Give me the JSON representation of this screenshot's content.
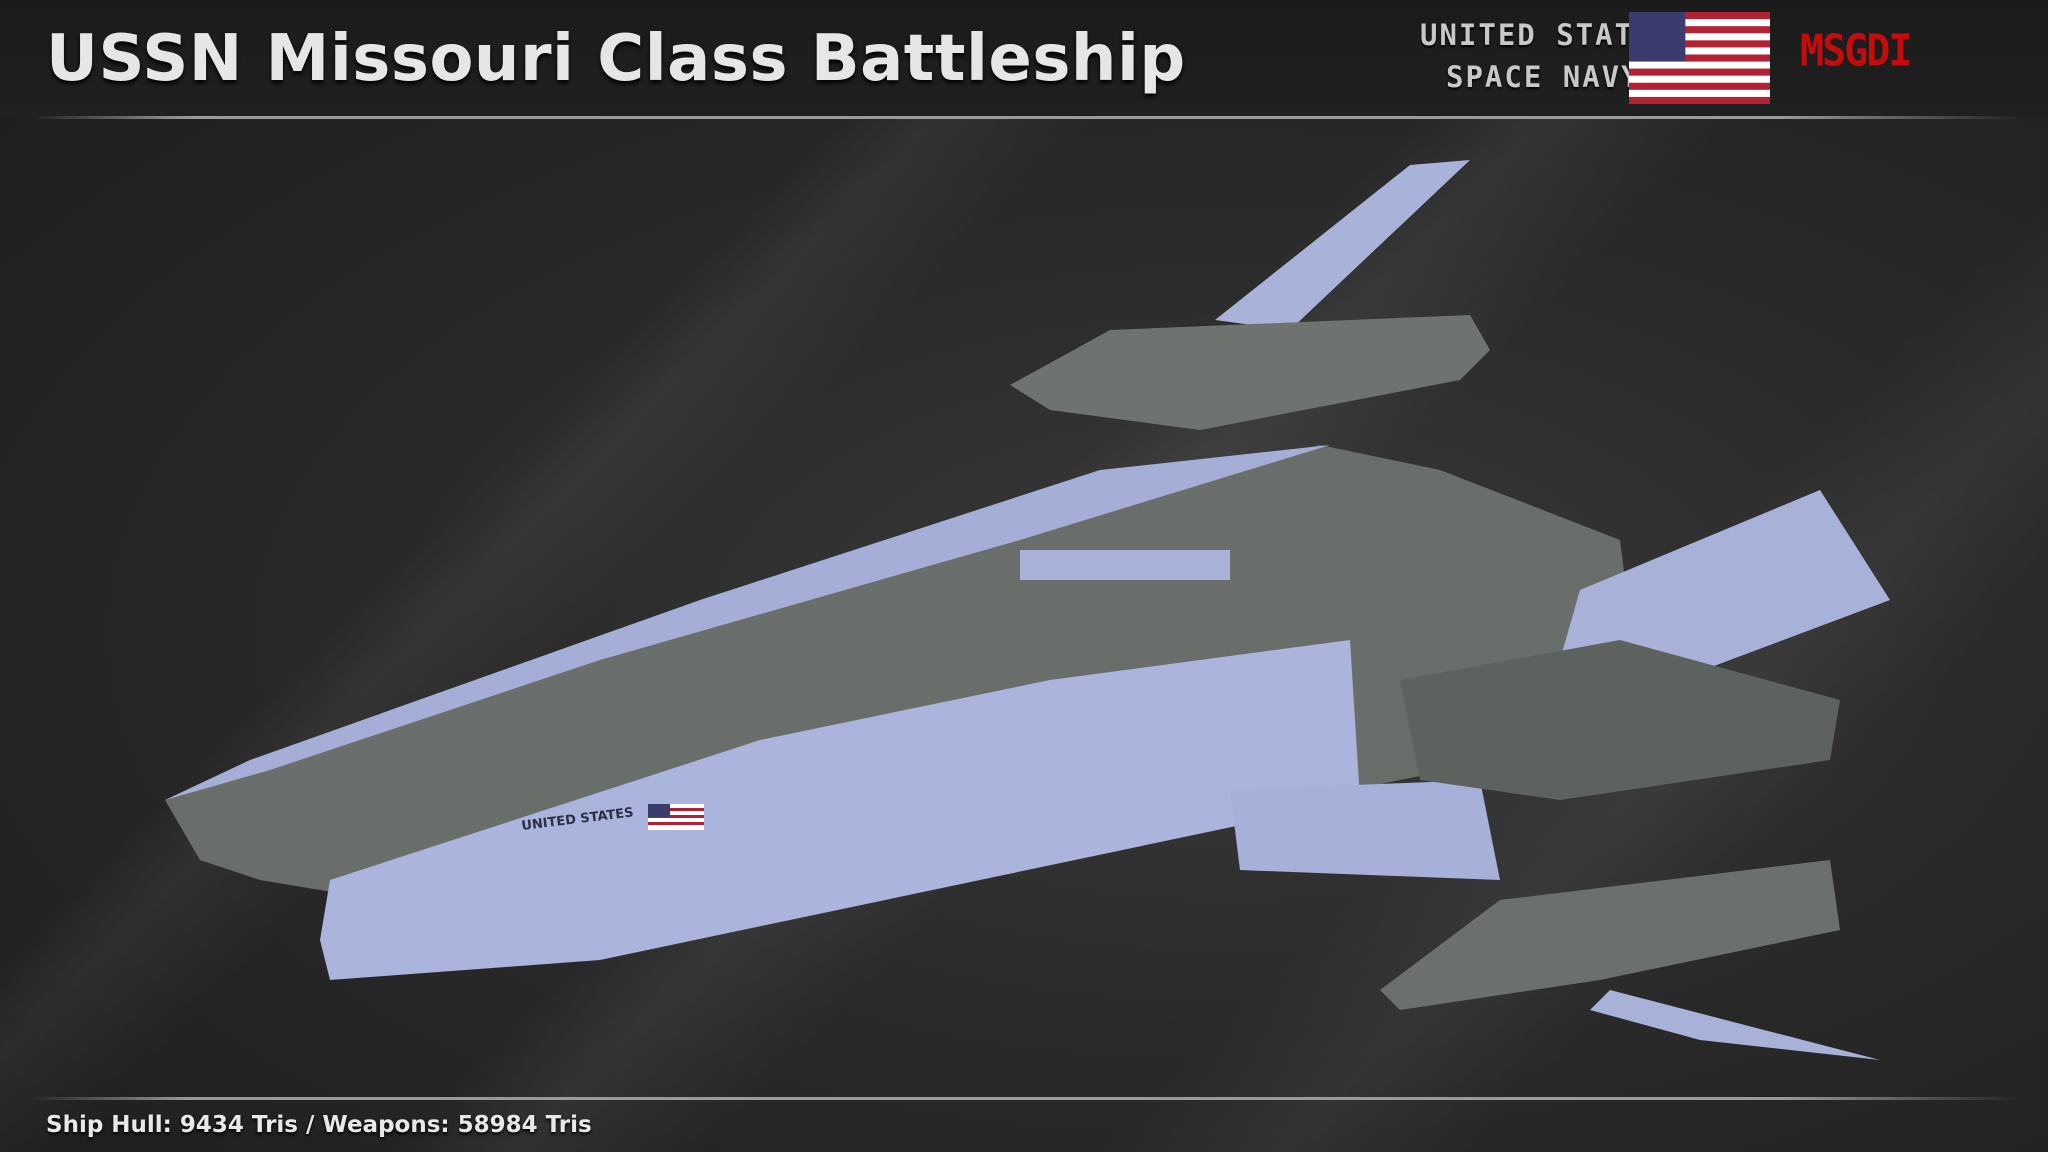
{
  "header": {
    "title": "USSN Missouri Class Battleship",
    "faction_line1": "UNITED STATES",
    "faction_line2": "SPACE NAVY",
    "logo_text": "MSGDI",
    "flag_icon": "us-flag-icon"
  },
  "ship": {
    "hull_marking": "UNITED STATES"
  },
  "footer": {
    "stats": "Ship Hull: 9434 Tris / Weapons: 58984 Tris"
  },
  "colors": {
    "hull_blue": "#aab4dc",
    "hull_grey": "#6e726e",
    "logo_red": "#c40c0c",
    "flag_red": "#b22234",
    "flag_blue": "#3c3b6e"
  }
}
